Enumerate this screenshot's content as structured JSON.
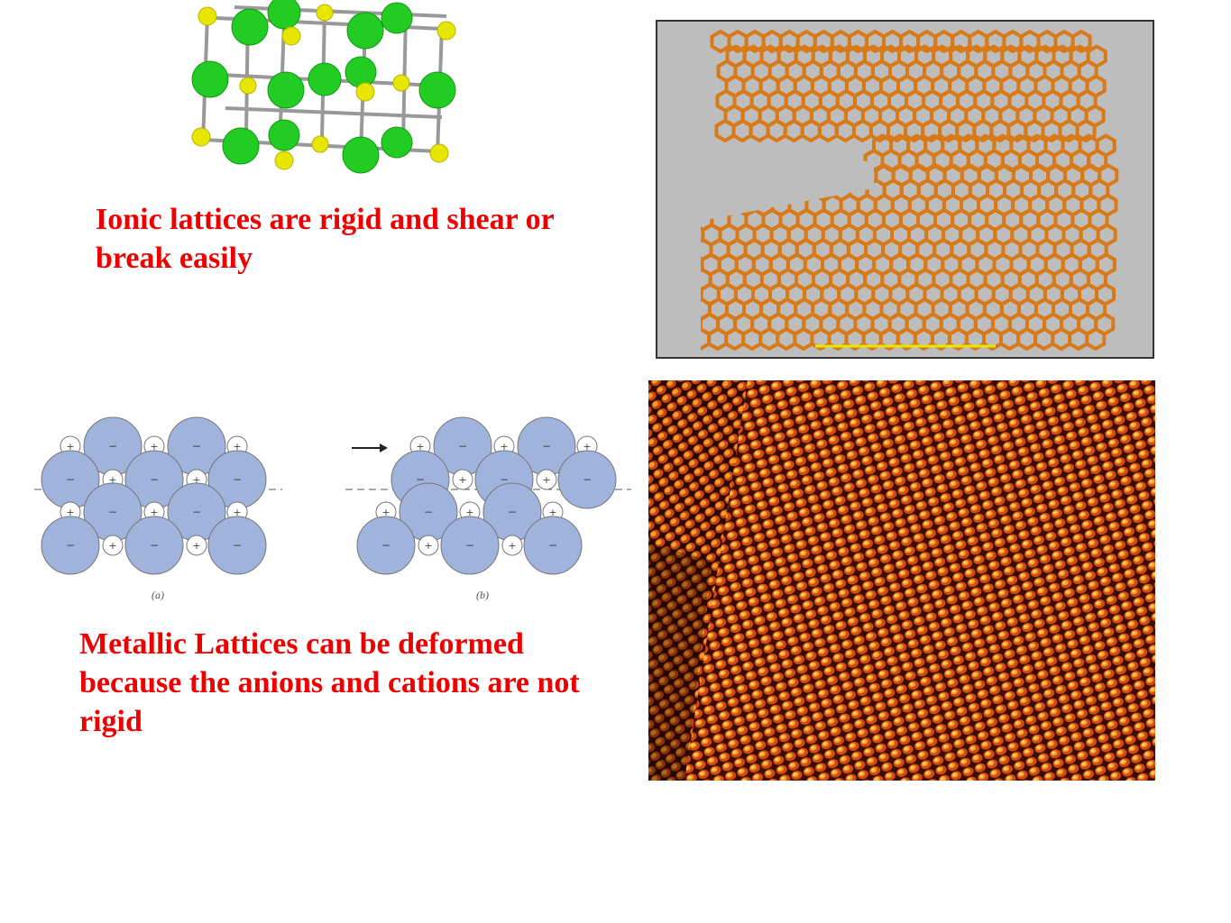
{
  "captions": {
    "ionic": "Ionic lattices are rigid and shear or break easily",
    "metallic": "Metallic Lattices can be deformed because the anions and cations are not rigid"
  },
  "diagram": {
    "label_a": "(a)",
    "label_b": "(b)",
    "ion_symbols": {
      "cation": "+",
      "anion": "−"
    }
  },
  "colors": {
    "caption_text": "#ee0000",
    "chloride": "#22cc22",
    "sodium": "#e6e600",
    "anion_fill": "#9fb3dd",
    "atom_orange": "#d87a18"
  }
}
